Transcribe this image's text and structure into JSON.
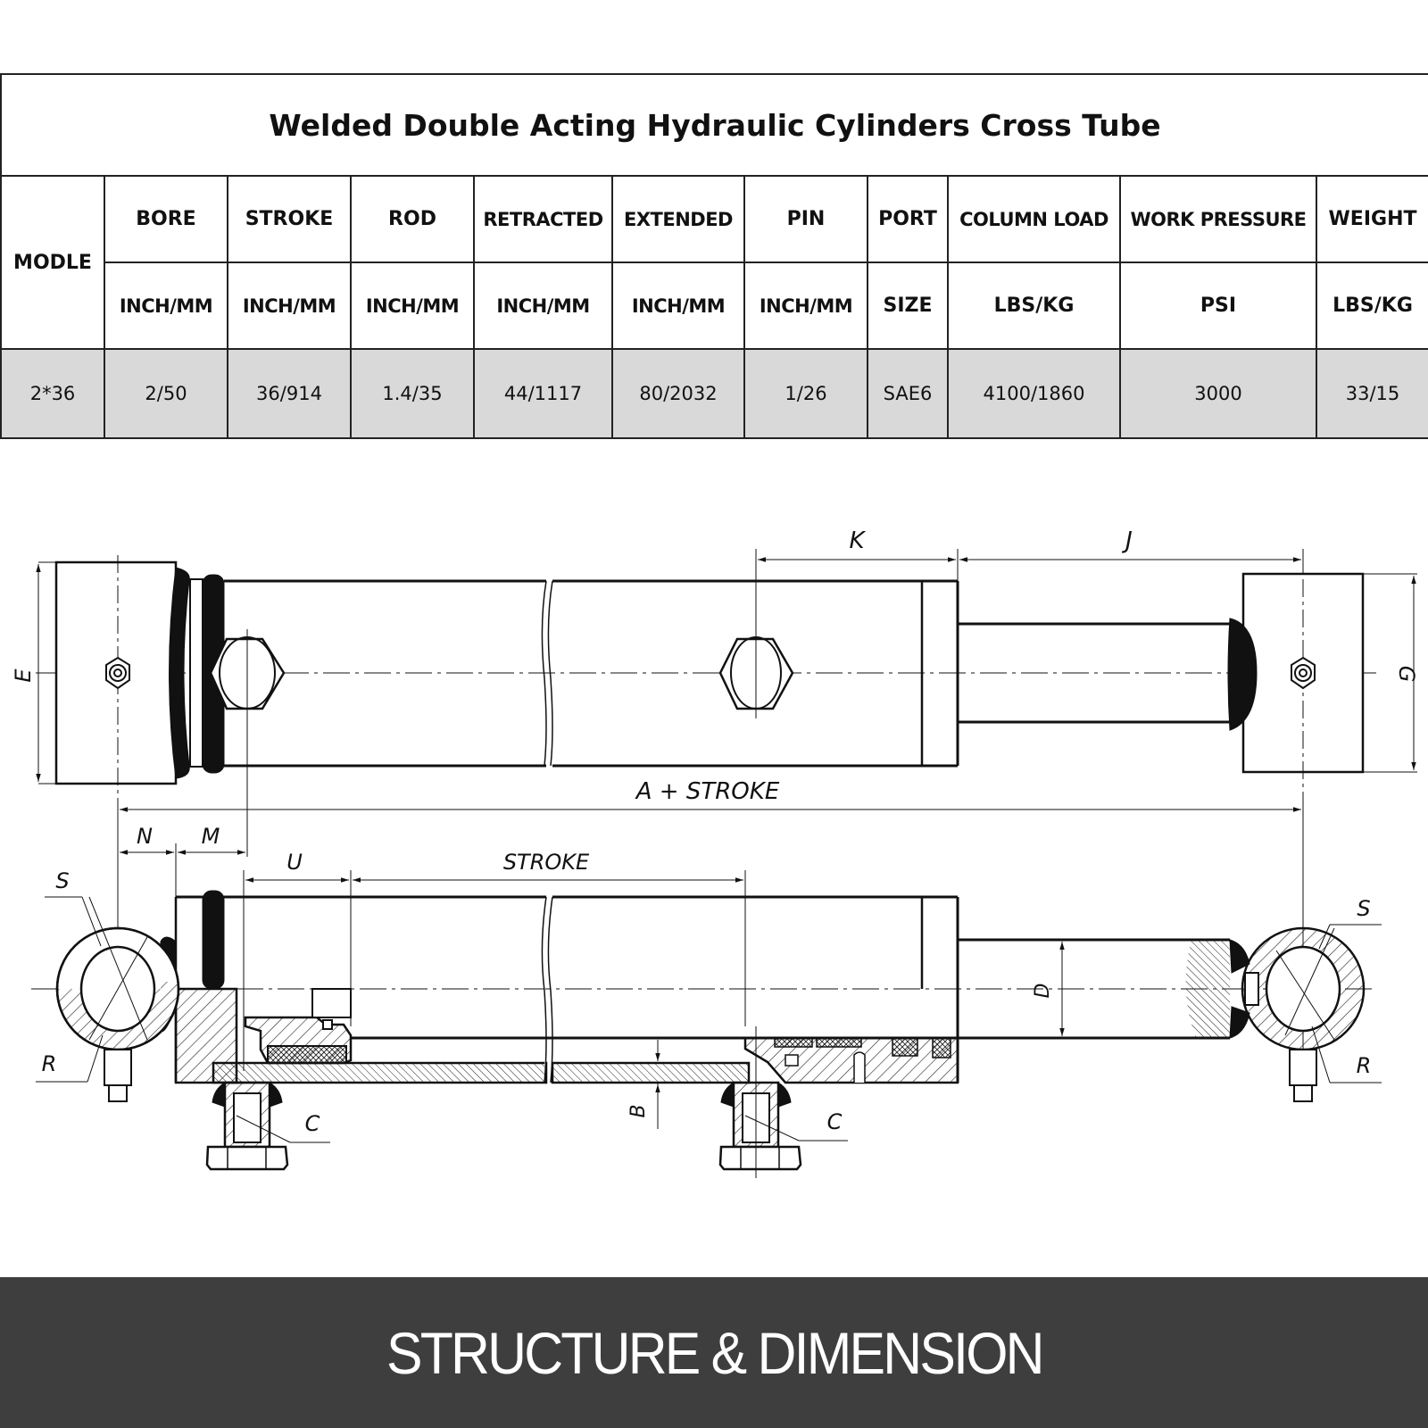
{
  "table": {
    "title": "Welded Double Acting Hydraulic Cylinders Cross Tube",
    "model_header": "MODLE",
    "columns": [
      {
        "name": "BORE",
        "unit": "INCH/MM"
      },
      {
        "name": "STROKE",
        "unit": "INCH/MM"
      },
      {
        "name": "ROD",
        "unit": "INCH/MM"
      },
      {
        "name": "RETRACTED",
        "unit": "INCH/MM"
      },
      {
        "name": "EXTENDED",
        "unit": "INCH/MM"
      },
      {
        "name": "PIN",
        "unit": "INCH/MM"
      },
      {
        "name": "PORT",
        "unit": "SIZE"
      },
      {
        "name": "COLUMN LOAD",
        "unit": "LBS/KG"
      },
      {
        "name": "WORK PRESSURE",
        "unit": "PSI"
      },
      {
        "name": "WEIGHT",
        "unit": "LBS/KG"
      }
    ],
    "row": {
      "model": "2*36",
      "values": [
        "2/50",
        "36/914",
        "1.4/35",
        "44/1117",
        "80/2032",
        "1/26",
        "SAE6",
        "4100/1860",
        "3000",
        "33/15"
      ]
    }
  },
  "drawing": {
    "top_view_labels": {
      "E": "E",
      "G": "G",
      "K": "K",
      "J": "J",
      "a_plus_stroke": "A + STROKE"
    },
    "section_view_labels": {
      "N": "N",
      "M": "M",
      "U": "U",
      "stroke": "STROKE",
      "S_left": "S",
      "R_left": "R",
      "S_right": "S",
      "R_right": "R",
      "C_left": "C",
      "C_right": "C",
      "B": "B",
      "D": "D"
    }
  },
  "banner": {
    "text": "STRUCTURE & DIMENSION",
    "background": "#3e3e3e",
    "color": "#ffffff"
  }
}
